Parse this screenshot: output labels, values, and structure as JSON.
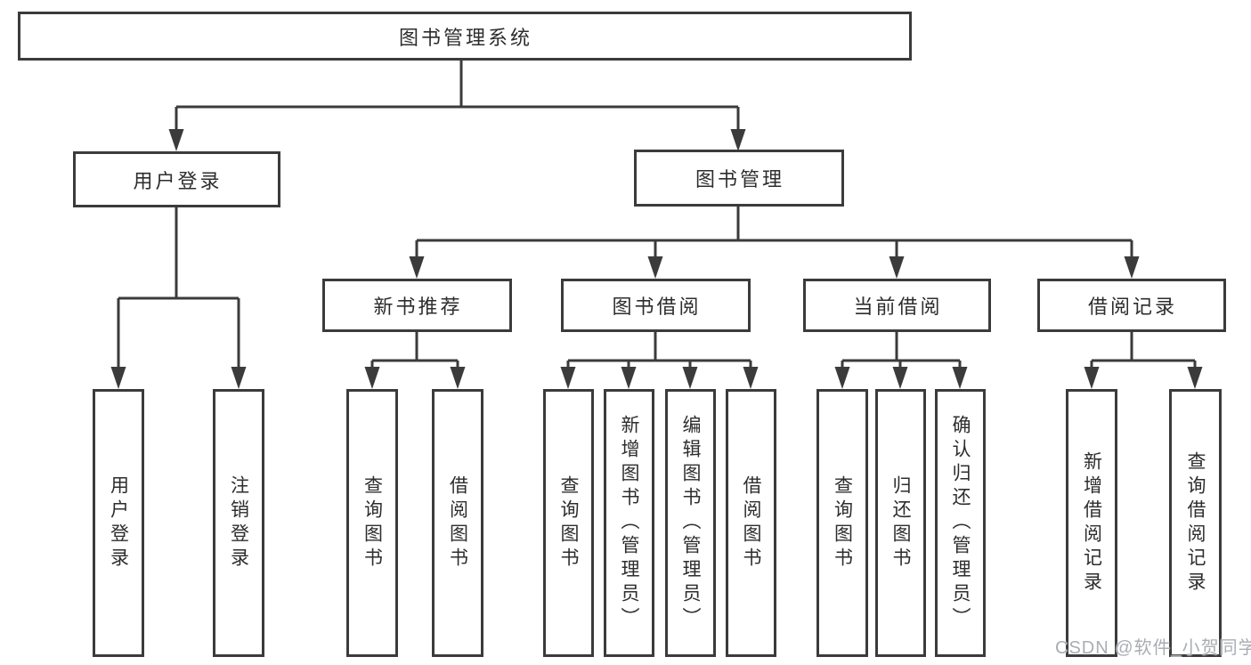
{
  "diagram": {
    "root": {
      "label": "图书管理系统"
    },
    "level1": [
      {
        "label": "用户登录"
      },
      {
        "label": "图书管理"
      }
    ],
    "level2": [
      {
        "label": "新书推荐"
      },
      {
        "label": "图书借阅"
      },
      {
        "label": "当前借阅"
      },
      {
        "label": "借阅记录"
      }
    ],
    "leaves": {
      "user_login": [
        {
          "label": "用户登录"
        },
        {
          "label": "注销登录"
        }
      ],
      "new_book_recommend": [
        {
          "label": "查询图书"
        },
        {
          "label": "借阅图书"
        }
      ],
      "book_borrow": [
        {
          "label": "查询图书"
        },
        {
          "label": "新增图书（管理员）"
        },
        {
          "label": "编辑图书（管理员）"
        },
        {
          "label": "借阅图书"
        }
      ],
      "current_borrow": [
        {
          "label": "查询图书"
        },
        {
          "label": "归还图书"
        },
        {
          "label": "确认归还（管理员）"
        }
      ],
      "borrow_records": [
        {
          "label": "新增借阅记录"
        },
        {
          "label": "查询借阅记录"
        }
      ]
    }
  },
  "colors": {
    "line": "#3b3b3b",
    "box_border": "#3b3b3b",
    "text": "#2d2d2d",
    "watermark": "#a9aeb4"
  },
  "watermark": {
    "text": "CSDN @软件_小贺同学"
  }
}
